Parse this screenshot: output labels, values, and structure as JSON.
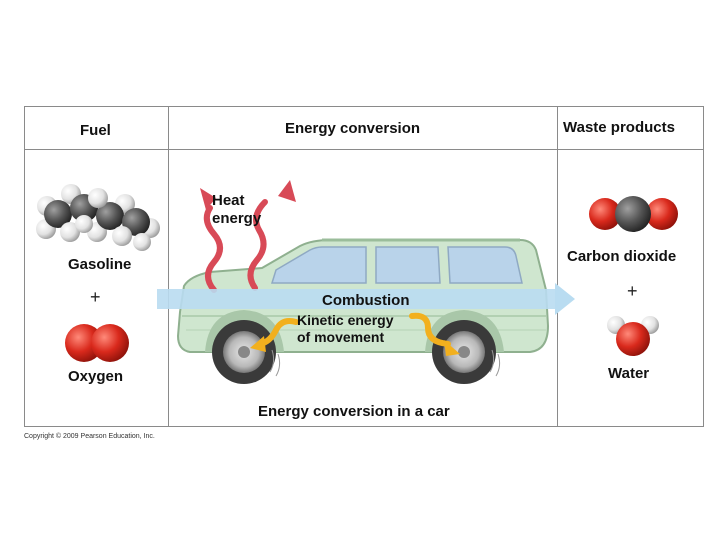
{
  "columns": {
    "fuel": "Fuel",
    "energy": "Energy conversion",
    "waste": "Waste products"
  },
  "fuel_items": {
    "gasoline": "Gasoline",
    "plus": "+",
    "oxygen": "Oxygen"
  },
  "conversion": {
    "heat_line1": "Heat",
    "heat_line2": "energy",
    "combustion": "Combustion",
    "kinetic_line1": "Kinetic energy",
    "kinetic_line2": "of movement",
    "caption": "Energy conversion in a car"
  },
  "waste_items": {
    "co2": "Carbon dioxide",
    "plus": "+",
    "water": "Water"
  },
  "copyright": "Copyright © 2009 Pearson Education, Inc.",
  "colors": {
    "oxygen_red": "#d9291c",
    "carbon_gray": "#555555",
    "hydrogen_white": "#e8e8e8",
    "car_green": "#cfe6cf",
    "arrow_blue": "#b9dcf1",
    "heat_arrow": "#d84a57",
    "kinetic_arrow": "#f2b01e"
  }
}
